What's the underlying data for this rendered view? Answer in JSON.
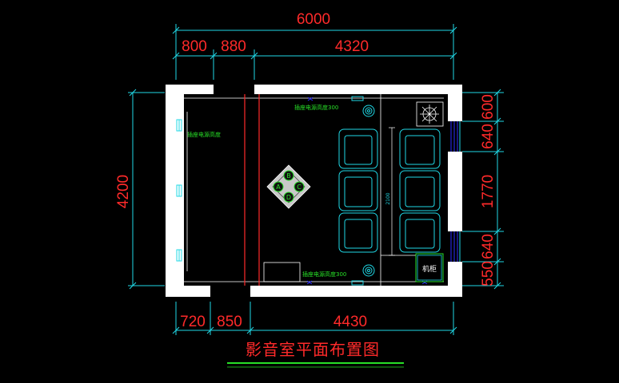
{
  "dimensions": {
    "top_total": "6000",
    "top_segments": [
      "800",
      "880",
      "4320"
    ],
    "bottom_segments": [
      "720",
      "850",
      "4430"
    ],
    "left_total": "4200",
    "right_segments": [
      "600",
      "640",
      "1770",
      "640",
      "550"
    ]
  },
  "notes": {
    "socket_top": "插座电源高度300",
    "socket_left": "插座电源高度",
    "socket_bottom": "插座电源高度300",
    "seat_row_dim": "2100",
    "cabinet": "机柜"
  },
  "speakers": {
    "top": "B",
    "left": "A",
    "right": "C",
    "bottom": "D"
  },
  "title": "影音室平面布置图",
  "colors": {
    "background": "#000000",
    "dimension_text": "#ff2a2a",
    "dimension_line": "#20d8e6",
    "wall": "#ffffff",
    "note_text": "#27e027",
    "accent_blue": "#2b2bff"
  }
}
